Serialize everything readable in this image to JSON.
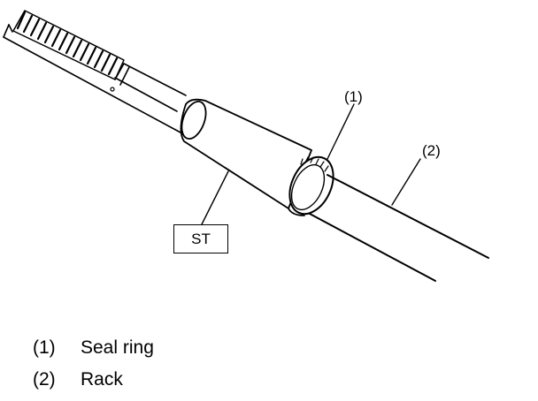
{
  "figure": {
    "callouts": [
      {
        "id": "seal-ring",
        "label": "(1)"
      },
      {
        "id": "rack",
        "label": "(2)"
      }
    ],
    "tool_label": "ST"
  },
  "legend": {
    "items": [
      {
        "number": "(1)",
        "text": "Seal ring"
      },
      {
        "number": "(2)",
        "text": "Rack"
      }
    ]
  }
}
